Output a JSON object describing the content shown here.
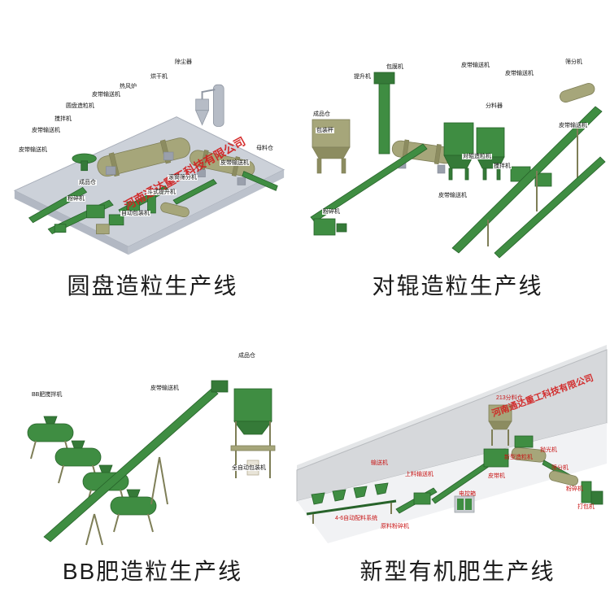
{
  "page": {
    "watermark": "河南通达重工科技有限公司"
  },
  "colors": {
    "machine_green": "#3f8d42",
    "drum_khaki": "#a6a67a",
    "platform_gray": "#ccd1d9",
    "watermark_red": "#d21f1f",
    "label_red": "#c81414"
  },
  "sections": [
    {
      "caption": "圆盘造粒生产线",
      "labels": [
        "除尘器",
        "烘干机",
        "热风炉",
        "皮带输送机",
        "圆盘造粒机",
        "搅拌机",
        "皮带输送机",
        "皮带输送机",
        "成品仓",
        "粉碎机",
        "自动包装机",
        "斗式提升机",
        "滚筒筛分机",
        "皮带输送机",
        "母料仓"
      ]
    },
    {
      "caption": "对辊造粒生产线",
      "labels": [
        "提升机",
        "包膜机",
        "皮带输送机",
        "皮带输送机",
        "筛分机",
        "成品仓",
        "包装秤",
        "分料器",
        "皮带输送机",
        "对辊造粒机",
        "搅拌机",
        "皮带输送机",
        "粉碎机"
      ]
    },
    {
      "caption": "BB肥造粒生产线",
      "labels": [
        "成品仓",
        "皮带输送机",
        "BB肥搅拌机",
        "全自动包装机"
      ]
    },
    {
      "caption": "新型有机肥生产线",
      "labels": [
        "213分料仓",
        "输送机",
        "上料输送机",
        "新型造粒机",
        "抛光机",
        "筛分机",
        "皮带机",
        "粉碎机",
        "打包机",
        "4-6自动配料系统",
        "原料粉碎机",
        "电控箱"
      ]
    }
  ]
}
